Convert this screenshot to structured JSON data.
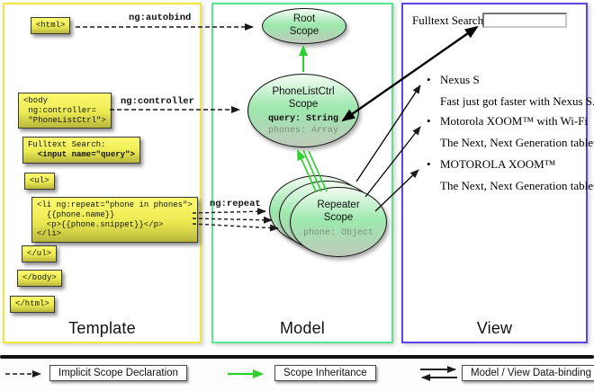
{
  "panels": {
    "template": {
      "label": "Template",
      "border_color": "#f2e63c"
    },
    "model": {
      "label": "Model",
      "border_color": "#57e68c"
    },
    "view": {
      "label": "View",
      "border_color": "#5b45e6"
    }
  },
  "template_boxes": {
    "html_open": "<html>",
    "body_open": "<body\n ng:controller=\n \"PhoneListCtrl\">",
    "fulltext_line1": "Fulltext Search:",
    "fulltext_line2": "  <input name=\"query\">",
    "ul_open": "<ul>",
    "li_repeat": "<li ng:repeat=\"phone in phones\">\n  {{phone.name}}\n  <p>{{phone.snippet}}</p>\n</li>",
    "ul_close": "</ul>",
    "body_close": "</body>",
    "html_close": "</html>"
  },
  "edge_labels": {
    "autobind": "ng:autobind",
    "controller": "ng:controller",
    "repeat": "ng:repeat"
  },
  "scopes": {
    "root": {
      "title": "Root\nScope"
    },
    "phonelist": {
      "title": "PhoneListCtrl\nScope",
      "prop_query": "query: String",
      "prop_phones": "phones: Array"
    },
    "repeater": {
      "title": "Repeater\nScope",
      "prop_phone": "phone: Object"
    }
  },
  "view": {
    "search_label": "Fulltext Search:",
    "search_value": "",
    "items": [
      {
        "title": "Nexus S",
        "snippet": "Fast just got faster with Nexus S."
      },
      {
        "title": "Motorola XOOM™ with Wi-Fi",
        "snippet": "The Next, Next Generation tablet."
      },
      {
        "title": "MOTOROLA XOOM™",
        "snippet": "The Next, Next Generation tablet."
      }
    ]
  },
  "legend": {
    "implicit": {
      "label": "Implicit Scope Declaration"
    },
    "inheritance": {
      "label": "Scope Inheritance"
    },
    "binding": {
      "label": "Model / View Data-binding"
    }
  },
  "colors": {
    "inheritance_arrow": "#2ed02e",
    "binding_arrow": "#000000",
    "declaration_arrow": "#1a1a1a",
    "scope_fill_top": "#f3fcf3",
    "scope_fill_mid": "#9ce7ac",
    "codebox_fill": "#ecea52"
  }
}
